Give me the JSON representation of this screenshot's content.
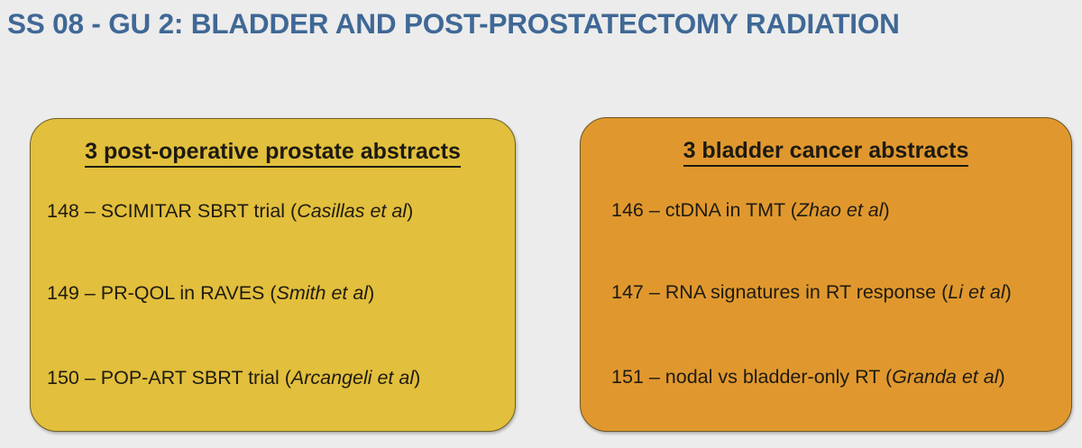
{
  "slide": {
    "title": "SS 08 - GU 2: BLADDER AND POST-PROSTATECTOMY RADIATION",
    "background_color": "#ececec",
    "title_color": "#3f6896"
  },
  "boxes": [
    {
      "id": "prostate",
      "heading": "3 post-operative prostate abstracts",
      "fill_color": "#e2bf3c",
      "border_color": "#6f6126",
      "items": [
        {
          "number": "148",
          "dash": "–",
          "title": "SCIMITAR SBRT trial",
          "authors": "Casillas et al",
          "full_text": "148 – SCIMITAR SBRT trial (Casillas et al)"
        },
        {
          "number": "149",
          "dash": "–",
          "title": "PR-QOL in RAVES",
          "authors": "Smith et al",
          "full_text": "149 – PR-QOL in RAVES (Smith et al)"
        },
        {
          "number": "150",
          "dash": "–",
          "title": "POP-ART SBRT trial",
          "authors": "Arcangeli et al",
          "full_text": "150 – POP-ART SBRT trial (Arcangeli et al)"
        }
      ]
    },
    {
      "id": "bladder",
      "heading": "3 bladder cancer abstracts",
      "fill_color": "#e0982e",
      "border_color": "#6d5524",
      "items": [
        {
          "number": "146",
          "dash": "–",
          "title": "ctDNA in TMT",
          "authors": "Zhao et al",
          "full_text": "146 – ctDNA in TMT (Zhao et al)"
        },
        {
          "number": "147",
          "dash": "–",
          "title": "RNA signatures in RT response",
          "authors": "Li et al",
          "full_text": "147 – RNA signatures in RT response (Li et al)"
        },
        {
          "number": "151",
          "dash": "–",
          "title": "nodal vs bladder-only RT",
          "authors": "Granda et al",
          "full_text": "151 – nodal vs bladder-only RT (Granda et al)"
        }
      ]
    }
  ]
}
